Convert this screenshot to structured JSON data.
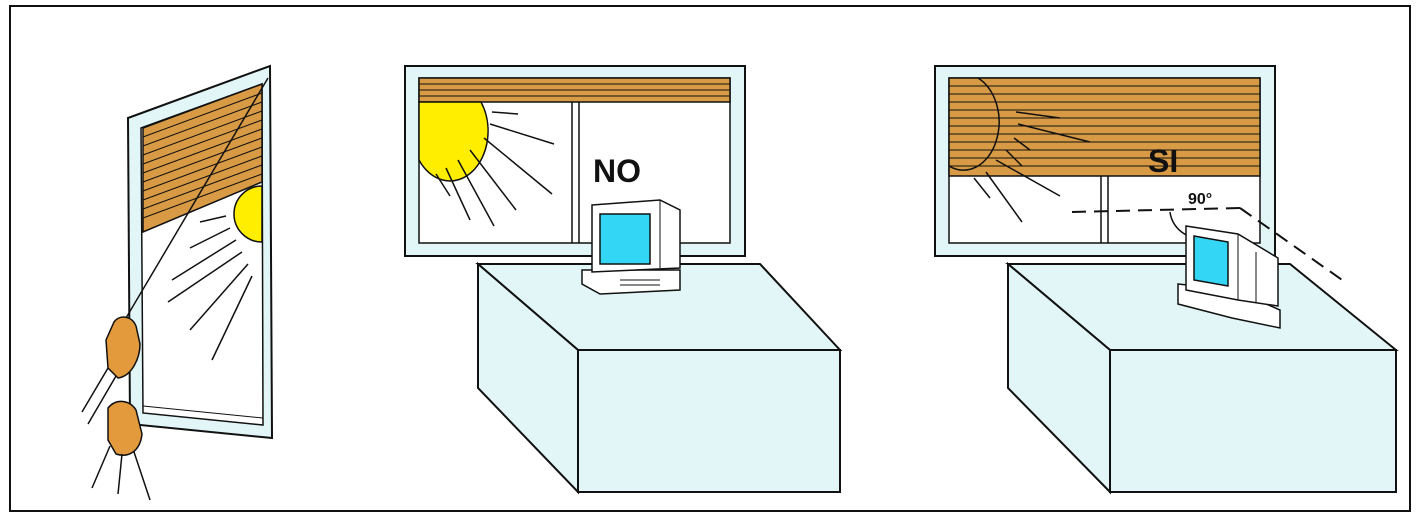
{
  "panels": [
    {
      "id": "adjust-blind",
      "label": ""
    },
    {
      "id": "wrong-placement",
      "label": "NO"
    },
    {
      "id": "correct-placement",
      "label": "SI",
      "angle_label": "90°"
    }
  ],
  "colors": {
    "blind": "#D89A45",
    "sun": "#FFEE00",
    "screen": "#33D6F5",
    "desk": "#E3F6F7",
    "hand": "#E29A3D",
    "window_frame": "#E3F6F7",
    "outline": "#111111"
  },
  "icons": [
    "window-icon",
    "blind-icon",
    "sun-icon",
    "computer-monitor-icon",
    "desk-icon",
    "hand-icon"
  ]
}
